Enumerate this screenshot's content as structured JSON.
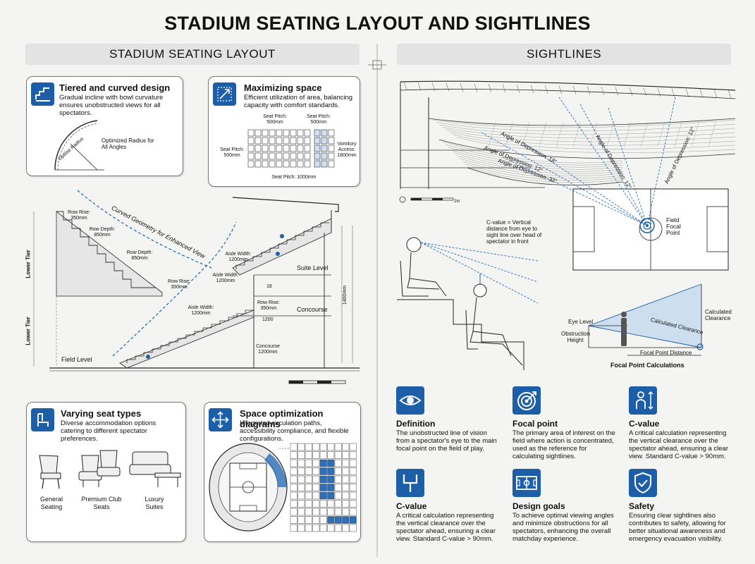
{
  "page": {
    "title": "STADIUM SEATING LAYOUT AND SIGHTLINES"
  },
  "left": {
    "heading": "STADIUM SEATING LAYOUT",
    "tiered": {
      "title": "Tiered and curved design",
      "text": "Gradual incline with bowl curvature ensures unobstructed views for all spectators.",
      "radius_label": "Optimized Radius for All Angles",
      "arc_label": "Optilse Radius"
    },
    "maxspace": {
      "title": "Maximizing space",
      "text": "Efficient utilization of area, balancing capacity with comfort standards.",
      "pitch1": "Seat Pitch: 500mm",
      "pitch2": "Seat Pitch: 500mm",
      "pitch_side": "Seat Pitch: 500mm",
      "vomitory": "Vomitory Access: 1800mm",
      "pitch_bottom": "Seat Pitch: 1000mm"
    },
    "section": {
      "curve_label": "Curved Geometry for Enhanced View",
      "row_rise_1": "Row Rise: 350mm",
      "row_depth_1": "Row Depth: 850mm",
      "row_depth_2": "Row Depth: 850mm",
      "row_rise_2": "Row Rise: 350mm",
      "aisle_1": "Aisle Width: 1200mm",
      "aisle_2": "Aisle Width: 1200mm",
      "aisle_3": "Aisle Width: 1200mm",
      "row_rise_3": "Row Rise: 350mm",
      "suite_level": "Suite Level",
      "concourse": "Concourse",
      "concourse_w": "Concourse 1200mm",
      "field_level": "Field Level",
      "lower_tier": "Lower Tier",
      "lower_tier_2": "Lower Tier",
      "dim_1200": "1200",
      "dim_1400": "1400mm",
      "dim_18": "18"
    },
    "seats": {
      "title": "Varying seat types",
      "text": "Diverse accommodation options catering to different spectator preferences.",
      "items": [
        "General Seating",
        "Premium Club Seats",
        "Luxury Suites"
      ]
    },
    "spaceopt": {
      "title": "Space optimization diagrams",
      "text": "Integrated circulation paths, accessibility compliance, and flexible configurations."
    }
  },
  "right": {
    "heading": "SIGHTLINES",
    "angles": [
      "Angle of Depression: 18°",
      "Angle of Depression: 12°",
      "Angle of Depression: 32°",
      "Angle of Depression: 12°",
      "Angle of Depression: 12°"
    ],
    "field_focal": "Field Focal Point",
    "cvalue_note": "C-value = Vertical distance from eye to sight line over head of spectator in front",
    "calc": {
      "eye_level": "Eye Level",
      "obstruction": "Obstruction Height",
      "clearance_diag": "Calculated Clearance",
      "clearance": "Calculated Clearance",
      "distance": "Focal Point Distance",
      "caption": "Focal Point Calculations"
    },
    "scale_end": "2m",
    "info": [
      {
        "title": "Definition",
        "text": "The unobstructed line of vision from a spectator's eye to the main focal point on the field of play.",
        "icon": "eye-icon"
      },
      {
        "title": "Focal point",
        "text": "The primary area of interest on the field where action is concentrated, used as the reference for calculating sightlines.",
        "icon": "target-icon"
      },
      {
        "title": "C-value",
        "text": "A critical calculation representing the vertical clearance over the spectator ahead, ensuring a clear view. Standard C-value > 90mm.",
        "icon": "person-height-icon"
      },
      {
        "title": "C-value",
        "text": "A critical calculation representing the vertical clearance over the spectator ahead, ensuring a clear view. Standard C-value > 90mm.",
        "icon": "goalpost-icon"
      },
      {
        "title": "Design goals",
        "text": "To achieve optimal viewing angles and minimize obstructions for all spectators, enhancing the overall matchday experience.",
        "icon": "pitch-icon"
      },
      {
        "title": "Safety",
        "text": "Ensuring clear sightlines also contributes to safety, allowing for better situational awareness and emergency evacuation visibility.",
        "icon": "shield-icon"
      }
    ]
  },
  "colors": {
    "accent": "#1c5fa8",
    "dashed": "#2a6fb8"
  }
}
